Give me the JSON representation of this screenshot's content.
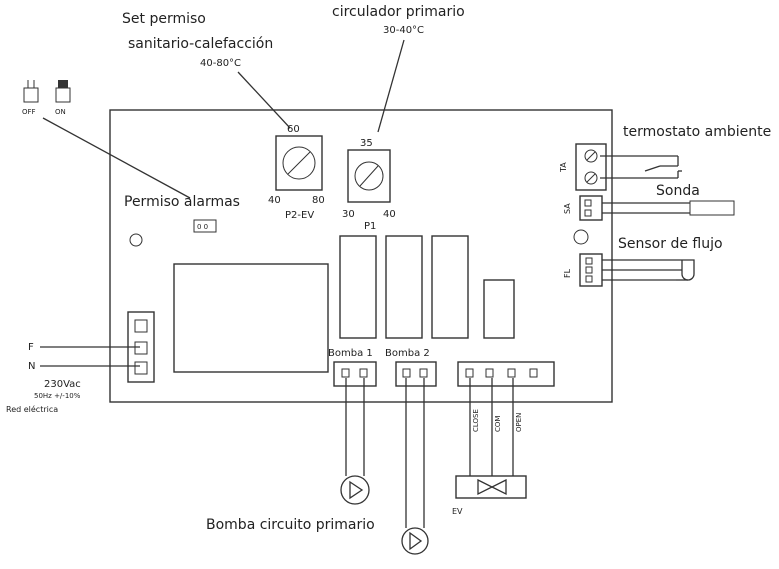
{
  "labels": {
    "set_permiso_line1": "Set permiso",
    "set_permiso_line2": "sanitario-calefacción",
    "set_permiso_range": "40-80°C",
    "circulador_primario": "circulador primario",
    "circulador_range": "30-40°C",
    "termostato_ambiente": "termostato ambiente",
    "sonda": "Sonda",
    "sensor_flujo": "Sensor de flujo",
    "permiso_alarmas": "Permiso alarmas",
    "bomba_1": "Bomba 1",
    "bomba_2": "Bomba 2",
    "bomba_circuito_primario": "Bomba circuito primario",
    "red_electrica": "Red eléctrica",
    "voltage": "230Vac",
    "frequency": "50Hz +/-10%"
  },
  "switch": {
    "off": "OFF",
    "on": "ON"
  },
  "dial_p2": {
    "top": "60",
    "min": "40",
    "max": "80",
    "name": "P2-EV"
  },
  "dial_p1": {
    "top": "35",
    "min": "30",
    "max": "40",
    "name": "P1"
  },
  "connectors": {
    "ta": "TA",
    "sa": "SA",
    "fl": "FL"
  },
  "power_pins": {
    "f": "F",
    "n": "N"
  },
  "valve": {
    "close": "CLOSE",
    "com": "COM",
    "open": "OPEN",
    "name": "EV"
  },
  "jumper_label": "0 0"
}
